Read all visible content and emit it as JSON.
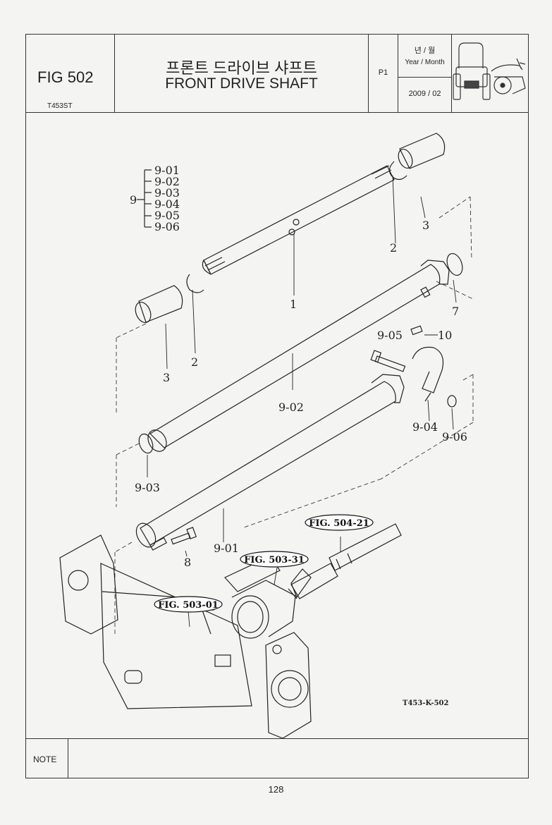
{
  "header": {
    "fig_label": "FIG 502",
    "model": "T453ST",
    "title_kr": "프론트 드라이브 샤프트",
    "title_en": "FRONT DRIVE SHAFT",
    "page_code": "P1",
    "year_month_kr": "년 / 월",
    "year_month_en": "Year / Month",
    "date": "2009 / 02"
  },
  "diagram": {
    "group_label": "9",
    "group_items": [
      "9-01",
      "9-02",
      "9-03",
      "9-04",
      "9-05",
      "9-06"
    ],
    "callouts": {
      "c1": "1",
      "c2a": "2",
      "c2b": "2",
      "c3a": "3",
      "c3b": "3",
      "c7": "7",
      "c8": "8",
      "c10": "10",
      "c902": "9-02",
      "c903": "9-03",
      "c901": "9-01",
      "c904": "9-04",
      "c905": "9-05",
      "c906": "9-06"
    },
    "fig_refs": {
      "r50421": "FIG. 504-21",
      "r50331": "FIG. 503-31",
      "r50301": "FIG. 503-01"
    },
    "drawing_code": "T453-K-502"
  },
  "note_label": "NOTE",
  "page_number": "128"
}
